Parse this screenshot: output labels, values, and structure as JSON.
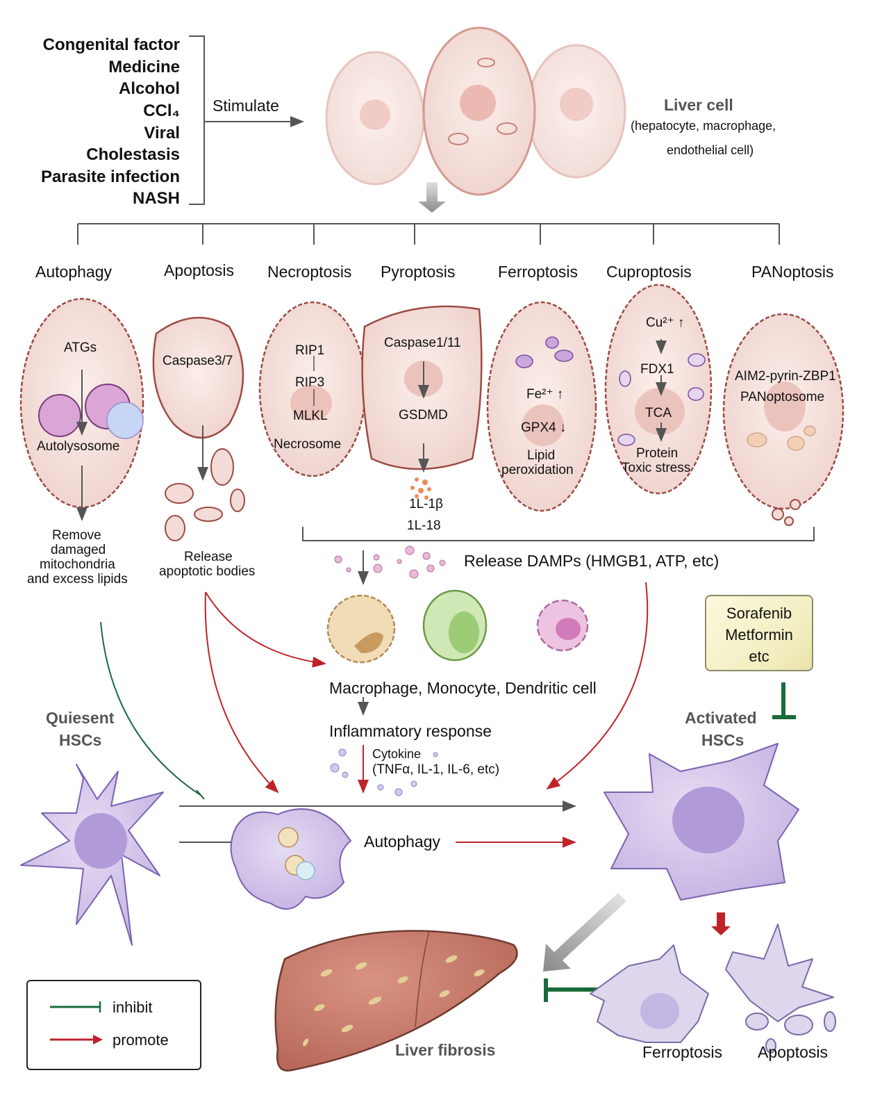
{
  "factors": [
    "Congenital factor",
    "Medicine",
    "Alcohol",
    "CCl₄",
    "Viral",
    "Cholestasis",
    "Parasite infection",
    "NASH"
  ],
  "stimulate_label": "Stimulate",
  "liver_cell": {
    "title": "Liver cell",
    "subtitle_line1": "(hepatocyte, macrophage,",
    "subtitle_line2": "endothelial cell)"
  },
  "death_types": [
    {
      "name": "Autophagy",
      "steps": [
        "ATGs",
        "Autolysosome"
      ],
      "outcome": [
        "Remove",
        "damaged",
        "mitochondria",
        "and excess lipids"
      ]
    },
    {
      "name": "Apoptosis",
      "steps": [
        "Caspase3/7"
      ],
      "outcome": [
        "Release",
        "apoptotic bodies"
      ]
    },
    {
      "name": "Necroptosis",
      "steps": [
        "RIP1",
        "RIP3",
        "MLKL",
        "Necrosome"
      ]
    },
    {
      "name": "Pyroptosis",
      "steps": [
        "Caspase1/11",
        "GSDMD"
      ],
      "outcome": [
        "1L-1β",
        "1L-18"
      ]
    },
    {
      "name": "Ferroptosis",
      "steps": [
        "Fe²⁺ ↑",
        "GPX4 ↓",
        "Lipid",
        "peroxidation"
      ]
    },
    {
      "name": "Cuproptosis",
      "steps": [
        "Cu²⁺ ↑",
        "FDX1",
        "TCA",
        "Protein",
        "Toxic stress"
      ]
    },
    {
      "name": "PANoptosis",
      "steps": [
        "AIM2-pyrin-ZBP1",
        "PANoptosome"
      ]
    }
  ],
  "damps_label": "Release DAMPs (HMGB1, ATP, etc)",
  "immune_cells_label": "Macrophage, Monocyte, Dendritic cell",
  "inflammatory_label": "Inflammatory response",
  "cytokine_line1": "Cytokine",
  "cytokine_line2": "(TNFα, IL-1, IL-6, etc)",
  "drugs": [
    "Sorafenib",
    "Metformin",
    "etc"
  ],
  "quiescent_hsc": [
    "Quiesent",
    "HSCs"
  ],
  "activated_hsc": [
    "Activated",
    "HSCs"
  ],
  "autophagy_hsc_label": "Autophagy",
  "liver_fibrosis_label": "Liver fibrosis",
  "hsc_fates": [
    "Ferroptosis",
    "Apoptosis"
  ],
  "legend": [
    {
      "label": "inhibit",
      "color": "#1a6b3a"
    },
    {
      "label": "promote",
      "color": "#c0222a"
    }
  ],
  "colors": {
    "inhibit": "#1a6b3a",
    "promote": "#c0222a",
    "line": "#555555",
    "cell_fill": "#f3dcd8",
    "cell_stroke": "#9c4a44",
    "hsc_fill": "#cbbde6",
    "hsc_stroke": "#7a62b0"
  }
}
